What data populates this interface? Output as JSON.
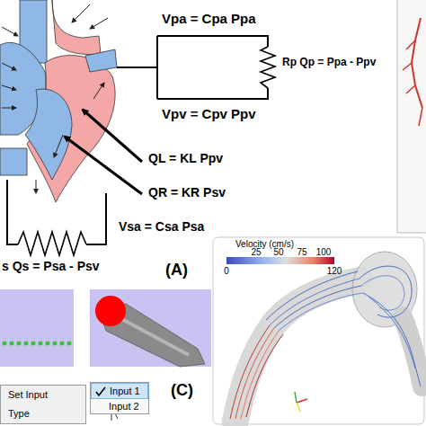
{
  "diagram": {
    "nodes": [
      {
        "text": [
          "Set Input",
          "Type"
        ]
      },
      {
        "text": [
          "Input 1",
          "Input 2"
        ]
      }
    ],
    "labels": [
      "Vpa = Cpa Ppa",
      "Rp Qp = Ppa - Ppv",
      "Vpv = Cpv Ppv",
      "QL = KL Ppv",
      "QR = KR Psv",
      "Vsa = Csa Psa",
      "s Qs = Psa - Psv",
      "(A)",
      "Velocity (cm/s)",
      "25",
      "50",
      "75",
      "100",
      "0",
      "120",
      "(C)"
    ]
  }
}
